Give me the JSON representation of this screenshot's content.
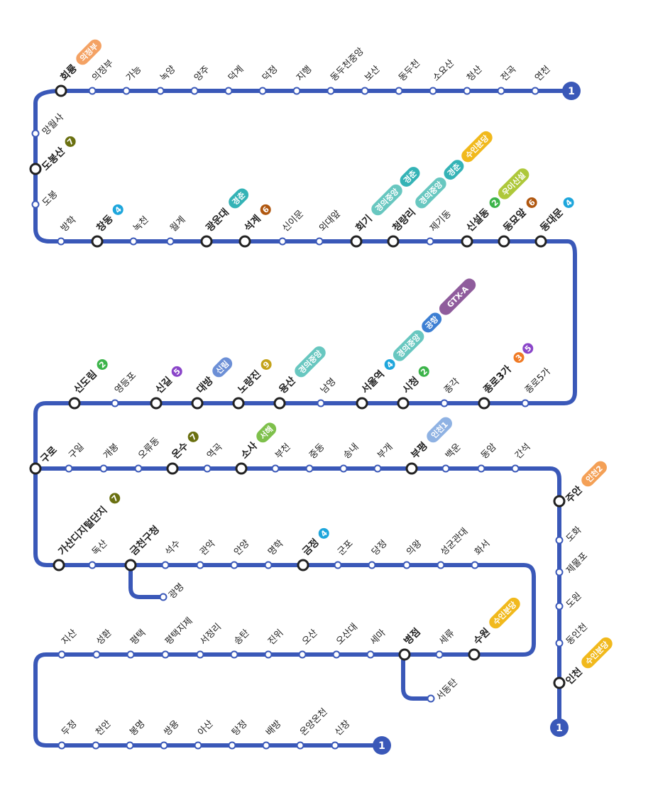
{
  "line": {
    "number": "1",
    "color": "#3a58b8"
  },
  "colors": {
    "l2": "#3cb44a",
    "l3": "#f07a24",
    "l4": "#1ea6dc",
    "l5": "#8a45c9",
    "l6": "#b0570f",
    "l7": "#6a7010",
    "l9": "#c4a31b",
    "gyeongui": "#68c7c0",
    "gyeongchun": "#34b3b6",
    "airport": "#3d7fd3",
    "gtx": "#8f5c9c",
    "sinlim": "#6c8fd6",
    "seohae": "#7ec04b",
    "incheon1": "#8fb2e3",
    "incheon2": "#f4a056",
    "suin": "#f1b91c",
    "ui": "#aec83a",
    "uijeongbu": "#f4a264"
  },
  "rows": [
    {
      "stations": [
        {
          "name": "회룡",
          "major": true,
          "badges": [
            {
              "t": "의정부",
              "c": "uijeongbu"
            }
          ]
        },
        {
          "name": "의정부"
        },
        {
          "name": "가능"
        },
        {
          "name": "녹양"
        },
        {
          "name": "양주"
        },
        {
          "name": "덕계"
        },
        {
          "name": "덕정"
        },
        {
          "name": "지행"
        },
        {
          "name": "동두천중앙"
        },
        {
          "name": "보산"
        },
        {
          "name": "동두천"
        },
        {
          "name": "소요산"
        },
        {
          "name": "청산"
        },
        {
          "name": "전곡"
        },
        {
          "name": "연천"
        }
      ]
    },
    {
      "stations": [
        {
          "name": "방학"
        },
        {
          "name": "창동",
          "major": true,
          "badges": [
            {
              "t": "4",
              "c": "l4",
              "circle": true
            }
          ]
        },
        {
          "name": "녹천"
        },
        {
          "name": "월계"
        },
        {
          "name": "광운대",
          "major": true,
          "badges": [
            {
              "t": "경춘",
              "c": "gyeongchun"
            }
          ]
        },
        {
          "name": "석계",
          "major": true,
          "badges": [
            {
              "t": "6",
              "c": "l6",
              "circle": true
            }
          ]
        },
        {
          "name": "신이문"
        },
        {
          "name": "외대앞"
        },
        {
          "name": "회기",
          "major": true,
          "badges": [
            {
              "t": "경의중앙",
              "c": "gyeongui"
            },
            {
              "t": "경춘",
              "c": "gyeongchun"
            }
          ]
        },
        {
          "name": "청량리",
          "major": true,
          "badges": [
            {
              "t": "경의중앙",
              "c": "gyeongui"
            },
            {
              "t": "경춘",
              "c": "gyeongchun"
            },
            {
              "t": "수인분당",
              "c": "suin"
            }
          ]
        },
        {
          "name": "제기동"
        },
        {
          "name": "신설동",
          "major": true,
          "badges": [
            {
              "t": "2",
              "c": "l2",
              "circle": true
            },
            {
              "t": "우이신설",
              "c": "ui"
            }
          ]
        },
        {
          "name": "동묘앞",
          "major": true,
          "badges": [
            {
              "t": "6",
              "c": "l6",
              "circle": true
            }
          ]
        },
        {
          "name": "동대문",
          "major": true,
          "badges": [
            {
              "t": "4",
              "c": "l4",
              "circle": true
            }
          ]
        }
      ]
    },
    {
      "stations": [
        {
          "name": "신도림",
          "major": true,
          "badges": [
            {
              "t": "2",
              "c": "l2",
              "circle": true
            }
          ]
        },
        {
          "name": "영등포"
        },
        {
          "name": "신길",
          "major": true,
          "badges": [
            {
              "t": "5",
              "c": "l5",
              "circle": true
            }
          ]
        },
        {
          "name": "대방",
          "major": true,
          "badges": [
            {
              "t": "신림",
              "c": "sinlim"
            }
          ]
        },
        {
          "name": "노량진",
          "major": true,
          "badges": [
            {
              "t": "9",
              "c": "l9",
              "circle": true
            }
          ]
        },
        {
          "name": "용산",
          "major": true,
          "badges": [
            {
              "t": "경의중앙",
              "c": "gyeongui"
            }
          ]
        },
        {
          "name": "남영"
        },
        {
          "name": "서울역",
          "major": true,
          "badges": [
            {
              "t": "4",
              "c": "l4",
              "circle": true
            },
            {
              "t": "경의중앙",
              "c": "gyeongui"
            },
            {
              "t": "공항",
              "c": "airport"
            },
            {
              "t": "GTX-A",
              "c": "gtx"
            }
          ]
        },
        {
          "name": "시청",
          "major": true,
          "badges": [
            {
              "t": "2",
              "c": "l2",
              "circle": true
            }
          ]
        },
        {
          "name": "종각"
        },
        {
          "name": "종로3가",
          "major": true,
          "badges": [
            {
              "t": "3",
              "c": "l3",
              "circle": true
            },
            {
              "t": "5",
              "c": "l5",
              "circle": true
            }
          ]
        },
        {
          "name": "종로5가"
        }
      ]
    },
    {
      "stations": [
        {
          "name": "구로",
          "major": true
        },
        {
          "name": "구일"
        },
        {
          "name": "개봉"
        },
        {
          "name": "오류동"
        },
        {
          "name": "온수",
          "major": true,
          "badges": [
            {
              "t": "7",
              "c": "l7",
              "circle": true
            }
          ]
        },
        {
          "name": "역곡"
        },
        {
          "name": "소사",
          "major": true,
          "badges": [
            {
              "t": "서해",
              "c": "seohae"
            }
          ]
        },
        {
          "name": "부천"
        },
        {
          "name": "중동"
        },
        {
          "name": "송내"
        },
        {
          "name": "부개"
        },
        {
          "name": "부평",
          "major": true,
          "badges": [
            {
              "t": "인천1",
              "c": "incheon1"
            }
          ]
        },
        {
          "name": "백운"
        },
        {
          "name": "동암"
        },
        {
          "name": "간석"
        }
      ]
    },
    {
      "stations": [
        {
          "name": "가산디지털단지",
          "major": true,
          "badges": [
            {
              "t": "7",
              "c": "l7",
              "circle": true
            }
          ]
        },
        {
          "name": "독산"
        },
        {
          "name": "금천구청",
          "major": true
        },
        {
          "name": "석수"
        },
        {
          "name": "관악"
        },
        {
          "name": "안양"
        },
        {
          "name": "명학"
        },
        {
          "name": "금정",
          "major": true,
          "badges": [
            {
              "t": "4",
              "c": "l4",
              "circle": true
            }
          ]
        },
        {
          "name": "군포"
        },
        {
          "name": "당정"
        },
        {
          "name": "의왕"
        },
        {
          "name": "성균관대"
        },
        {
          "name": "화서"
        }
      ]
    },
    {
      "stations": [
        {
          "name": "지산"
        },
        {
          "name": "성환"
        },
        {
          "name": "평택"
        },
        {
          "name": "평택지제"
        },
        {
          "name": "서정리"
        },
        {
          "name": "송탄"
        },
        {
          "name": "진위"
        },
        {
          "name": "오산"
        },
        {
          "name": "오산대"
        },
        {
          "name": "세마"
        },
        {
          "name": "병점",
          "major": true
        },
        {
          "name": "세류"
        },
        {
          "name": "수원",
          "major": true,
          "badges": [
            {
              "t": "수인분당",
              "c": "suin"
            }
          ]
        }
      ]
    },
    {
      "stations": [
        {
          "name": "두정"
        },
        {
          "name": "천안"
        },
        {
          "name": "봉명"
        },
        {
          "name": "쌍용"
        },
        {
          "name": "아산"
        },
        {
          "name": "탕정"
        },
        {
          "name": "배방"
        },
        {
          "name": "온양온천"
        },
        {
          "name": "신창"
        }
      ]
    }
  ],
  "left_column": [
    {
      "name": "망월사"
    },
    {
      "name": "도봉산",
      "major": true,
      "badges": [
        {
          "t": "7",
          "c": "l7",
          "circle": true
        }
      ]
    },
    {
      "name": "도봉"
    }
  ],
  "incheon_branch": [
    {
      "name": "주안",
      "major": true,
      "badges": [
        {
          "t": "인천2",
          "c": "incheon2"
        }
      ]
    },
    {
      "name": "도화"
    },
    {
      "name": "제물포"
    },
    {
      "name": "도원"
    },
    {
      "name": "동인천"
    },
    {
      "name": "인천",
      "major": true,
      "badges": [
        {
          "t": "수인분당",
          "c": "suin"
        }
      ]
    }
  ],
  "spurs": [
    {
      "name": "광명"
    },
    {
      "name": "서동탄"
    }
  ]
}
